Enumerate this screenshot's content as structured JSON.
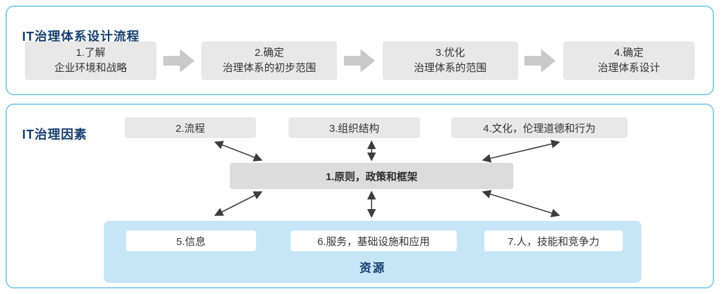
{
  "colors": {
    "panel_border": "#8bcfef",
    "title_text": "#16406f",
    "step_box_fill": "#e8e8e8",
    "center_box_fill": "#dcdcdc",
    "flow_arrow_fill": "#c9c9c9",
    "resource_container_fill": "#c6e6f7",
    "resource_box_fill": "#ffffff",
    "connector_arrow": "#3d3d3d"
  },
  "process_panel": {
    "title": "IT治理体系设计流程",
    "steps": [
      {
        "line1": "1.了解",
        "line2": "企业环境和战略"
      },
      {
        "line1": "2.确定",
        "line2": "治理体系的初步范围"
      },
      {
        "line1": "3.优化",
        "line2": "治理体系的范围"
      },
      {
        "line1": "4.确定",
        "line2": "治理体系设计"
      }
    ]
  },
  "factors_panel": {
    "title": "IT治理因素",
    "top_factors": [
      "2.流程",
      "3.组织结构",
      "4.文化，伦理道德和行为"
    ],
    "center_factor": "1.原则，政策和框架",
    "resources": {
      "label": "资源",
      "items": [
        "5.信息",
        "6.服务，基础设施和应用",
        "7.人，技能和竞争力"
      ]
    }
  }
}
